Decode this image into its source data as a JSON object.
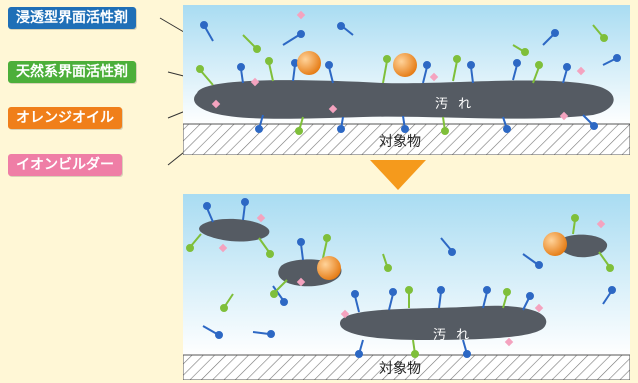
{
  "legend": [
    {
      "label": "浸透型界面活性剤",
      "color": "#1f6fb7"
    },
    {
      "label": "天然系界面活性剤",
      "color": "#4caf3a"
    },
    {
      "label": "オレンジオイル",
      "color": "#f07f1a"
    },
    {
      "label": "イオンビルダー",
      "color": "#ef7ea6"
    }
  ],
  "top_panel": {
    "dirt_label": "汚 れ",
    "surface_label": "対象物"
  },
  "bottom_panel": {
    "dirt_label": "汚 れ",
    "surface_label": "対象物"
  },
  "colors": {
    "dirt": "#555b63",
    "surfactant_blue": "#2d68c4",
    "surfactant_green": "#7fbf3a",
    "orange": "#f39a2e",
    "pink": "#f4a3bf",
    "arrow": "#f59a1c"
  }
}
